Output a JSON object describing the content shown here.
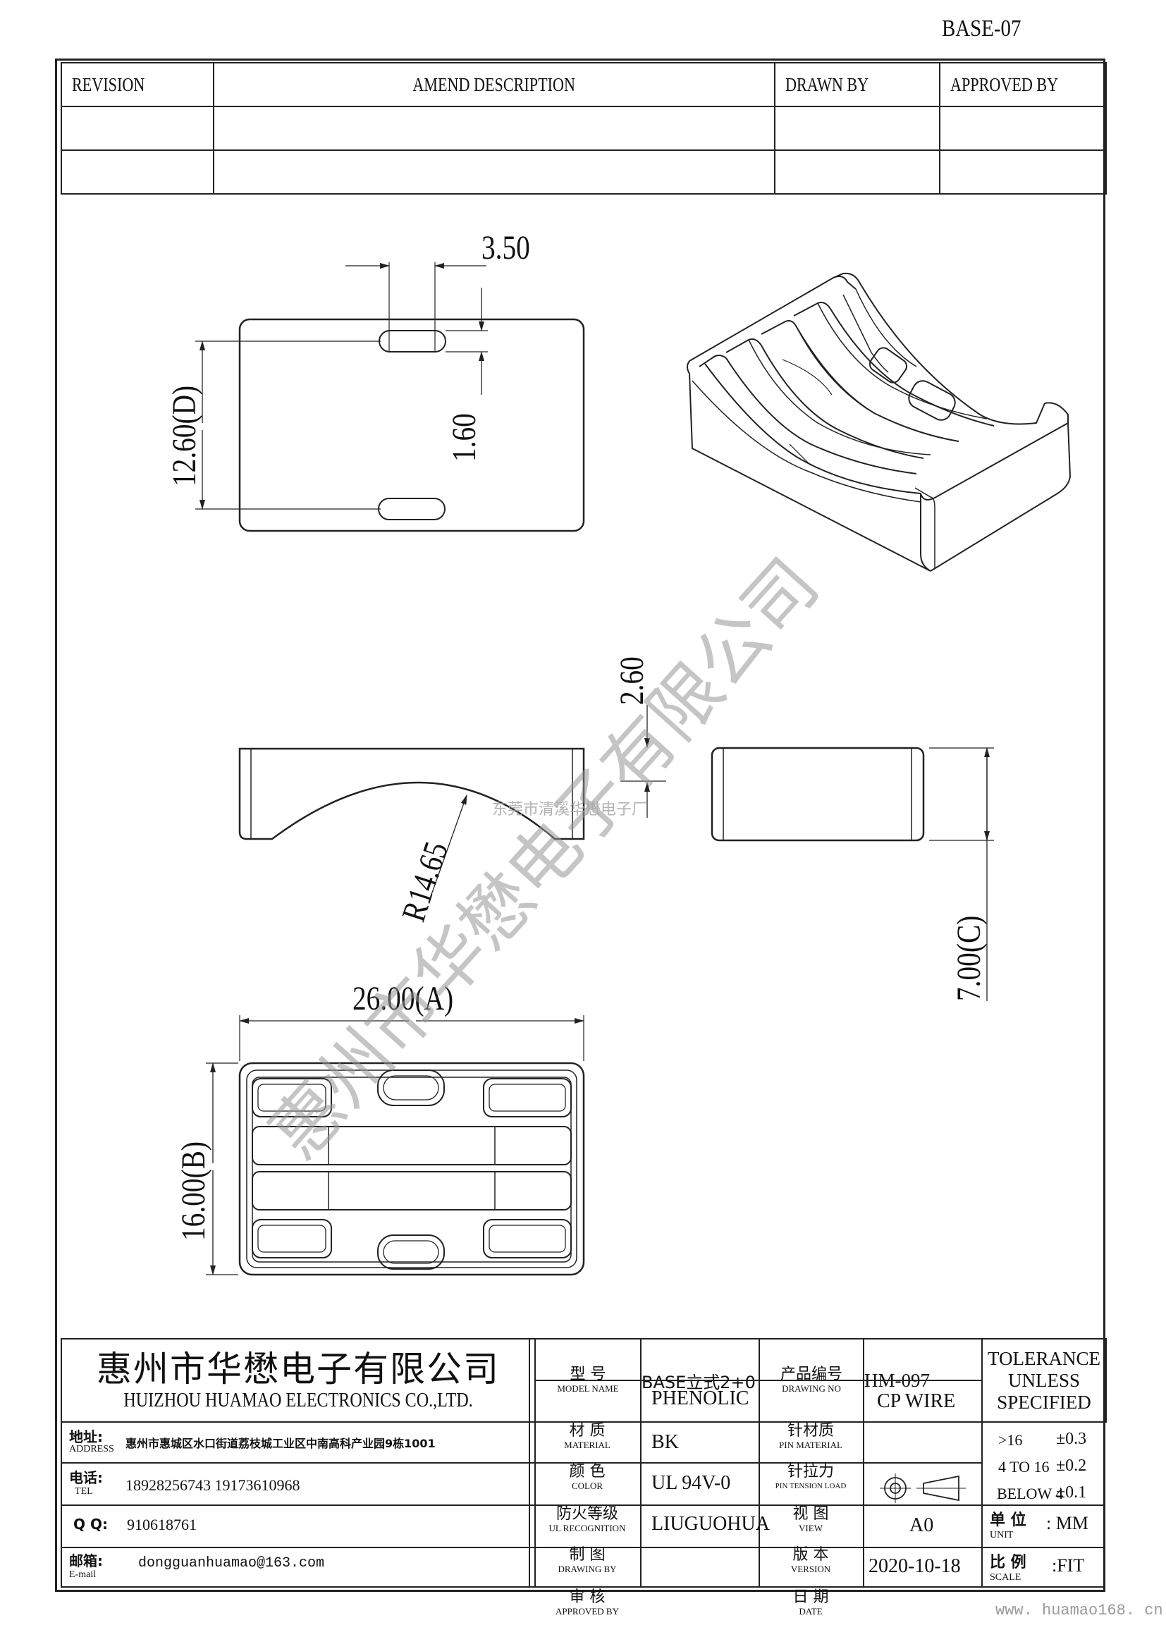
{
  "drawing_code": "BASE-07",
  "revision_table": {
    "headers": [
      "REVISION",
      "AMEND DESCRIPTION",
      "DRAWN BY",
      "APPROVED BY"
    ],
    "rows": [
      [
        "",
        "",
        "",
        ""
      ],
      [
        "",
        "",
        "",
        ""
      ]
    ]
  },
  "dimensions": {
    "slot_width": "3.50",
    "slot_height": "1.60",
    "depth_d": "12.60(D)",
    "height_step": "2.60",
    "radius": "R14.65",
    "height_c": "7.00(C)",
    "width_a": "26.00(A)",
    "width_b": "16.00(B)"
  },
  "watermark": {
    "company": "惠州市华懋电子有限公司",
    "small": "东莞市清溪华懋电子厂",
    "site": "www. huamao168. cn"
  },
  "title_block": {
    "company_cn": "惠州市华懋电子有限公司",
    "company_en": "HUIZHOU HUAMAO ELECTRONICS CO.,LTD.",
    "address_label_cn": "地址:",
    "address_label_en": "ADDRESS",
    "address": "惠州市惠城区水口街道荔枝城工业区中南高科产业园9栋1001",
    "tel_label_cn": "电话:",
    "tel_label_en": "TEL",
    "tel": "18928256743  19173610968",
    "qq_label": "Q Q:",
    "qq": "910618761",
    "email_label_cn": "邮箱:",
    "email_label_en": "E-mail",
    "email": "dongguanhuamao@163.com",
    "model_label_cn": "型 号",
    "model_label_en": "MODEL  NAME",
    "model": "BASE立式2+0",
    "material_label_cn": "材 质",
    "material_label_en": "MATERIAL",
    "material": "PHENOLIC",
    "color_label_cn": "颜 色",
    "color_label_en": "COLOR",
    "color": "BK",
    "fire_label_cn": "防火等级",
    "fire_label_en": "UL RECOGNITION",
    "fire": "UL 94V-0",
    "drawing_label_cn": "制 图",
    "drawing_label_en": "DRAWING  BY",
    "drawing_by": "LIUGUOHUA",
    "approve_label_cn": "审 核",
    "approve_label_en": "APPROVED BY",
    "approved_by": "",
    "product_no_label_cn": "产品编号",
    "product_no_label_en": "DRAWING  NO",
    "product_no": "HM-097",
    "pin_material_label_cn": "针材质",
    "pin_material_label_en": "PIN MATERIAL",
    "pin_material": "CP WIRE",
    "pin_tension_label_cn": "针拉力",
    "pin_tension_label_en": "PIN TENSION LOAD",
    "pin_tension": "",
    "view_label_cn": "视 图",
    "view_label_en": "VIEW",
    "version_label_cn": "版 本",
    "version_label_en": "VERSION",
    "version": "A0",
    "date_label_cn": "日 期",
    "date_label_en": "DATE",
    "date": "2020-10-18",
    "tolerance_title": [
      "TOLERANCE",
      "UNLESS",
      "SPECIFIED"
    ],
    "tolerance_rows": [
      {
        "range": ">16",
        "tol": "±0.3"
      },
      {
        "range": "4 TO 16",
        "tol": "±0.2"
      },
      {
        "range": "BELOW 4",
        "tol": "±0.1"
      }
    ],
    "unit_label_cn": "单 位",
    "unit_label_en": "UNIT",
    "unit": ": MM",
    "scale_label_cn": "比 例",
    "scale_label_en": "SCALE",
    "scale": ":FIT"
  }
}
